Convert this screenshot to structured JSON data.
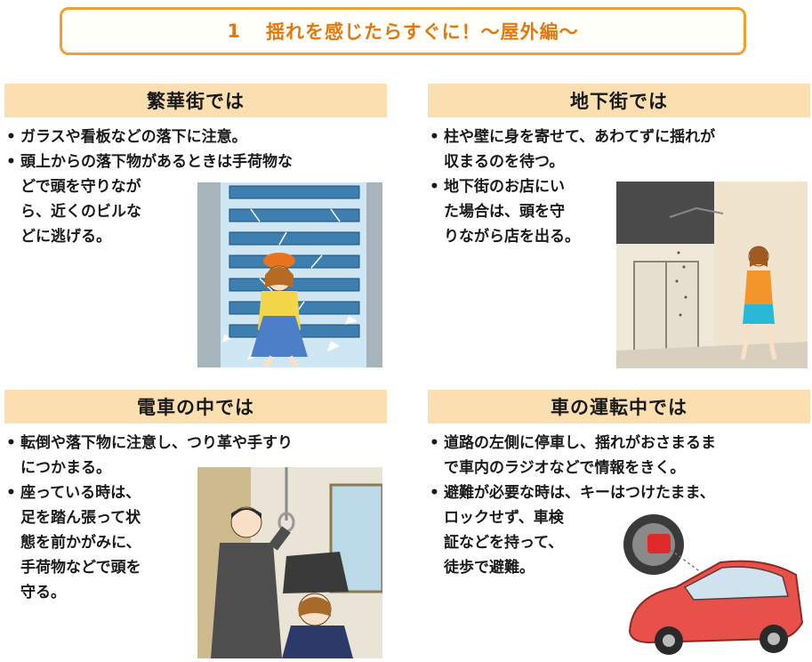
{
  "title": {
    "number": "1",
    "text": "揺れを感じたらすぐに！～屋外編～"
  },
  "sections": [
    {
      "heading": "繁華街では",
      "bullets": [
        {
          "lines": [
            "ガラスや看板などの落下に注意。"
          ]
        },
        {
          "lines": [
            "頭上からの落下物があるときは手荷物な",
            "どで頭を守りなが",
            "ら、近くのビルな",
            "どに逃げる。"
          ]
        }
      ]
    },
    {
      "heading": "地下街では",
      "bullets": [
        {
          "lines": [
            "柱や壁に身を寄せて、あわてずに揺れが",
            "収まるのを待つ。"
          ]
        },
        {
          "lines": [
            "地下街のお店にい",
            "た場合は、頭を守",
            "りながら店を出る。"
          ]
        }
      ]
    },
    {
      "heading": "電車の中では",
      "bullets": [
        {
          "lines": [
            "転倒や落下物に注意し、つり革や手すり",
            "につかまる。"
          ]
        },
        {
          "lines": [
            "座っている時は、",
            "足を踏ん張って状",
            "態を前かがみに、",
            "手荷物などで頭を",
            "守る。"
          ]
        }
      ]
    },
    {
      "heading": "車の運転中では",
      "bullets": [
        {
          "lines": [
            "道路の左側に停車し、揺れがおさまるま",
            "で車内のラジオなどで情報をきく。"
          ]
        },
        {
          "lines": [
            "避難が必要な時は、キーはつけたまま、",
            "ロックせず、車検",
            "証などを持って、",
            "徒歩で避難。"
          ]
        }
      ]
    }
  ],
  "colors": {
    "accent": "#e07a10",
    "header_band": "#fbdfb0",
    "title_border": "#f0a030"
  },
  "illustrations": [
    "building-falling-glass",
    "underground-mall-ceiling-crack",
    "train-interior-passengers",
    "red-car-with-key"
  ]
}
